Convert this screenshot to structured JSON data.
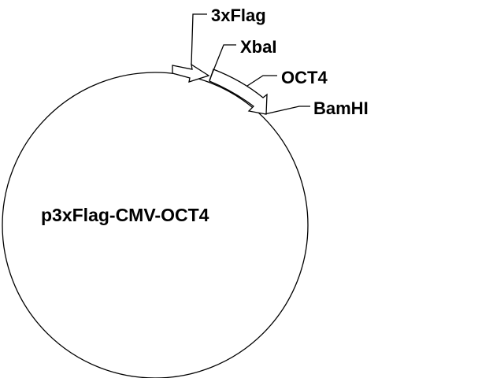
{
  "plasmid": {
    "name": "p3xFlag-CMV-OCT4"
  },
  "features": {
    "flag_tag": {
      "label": "3xFlag"
    },
    "insert": {
      "label": "OCT4"
    }
  },
  "sites": {
    "site_1": {
      "label": "XbaI"
    },
    "site_2": {
      "label": "BamHI"
    }
  },
  "colors": {
    "stroke": "#000000",
    "fill": "#ffffff",
    "text": "#000000"
  }
}
